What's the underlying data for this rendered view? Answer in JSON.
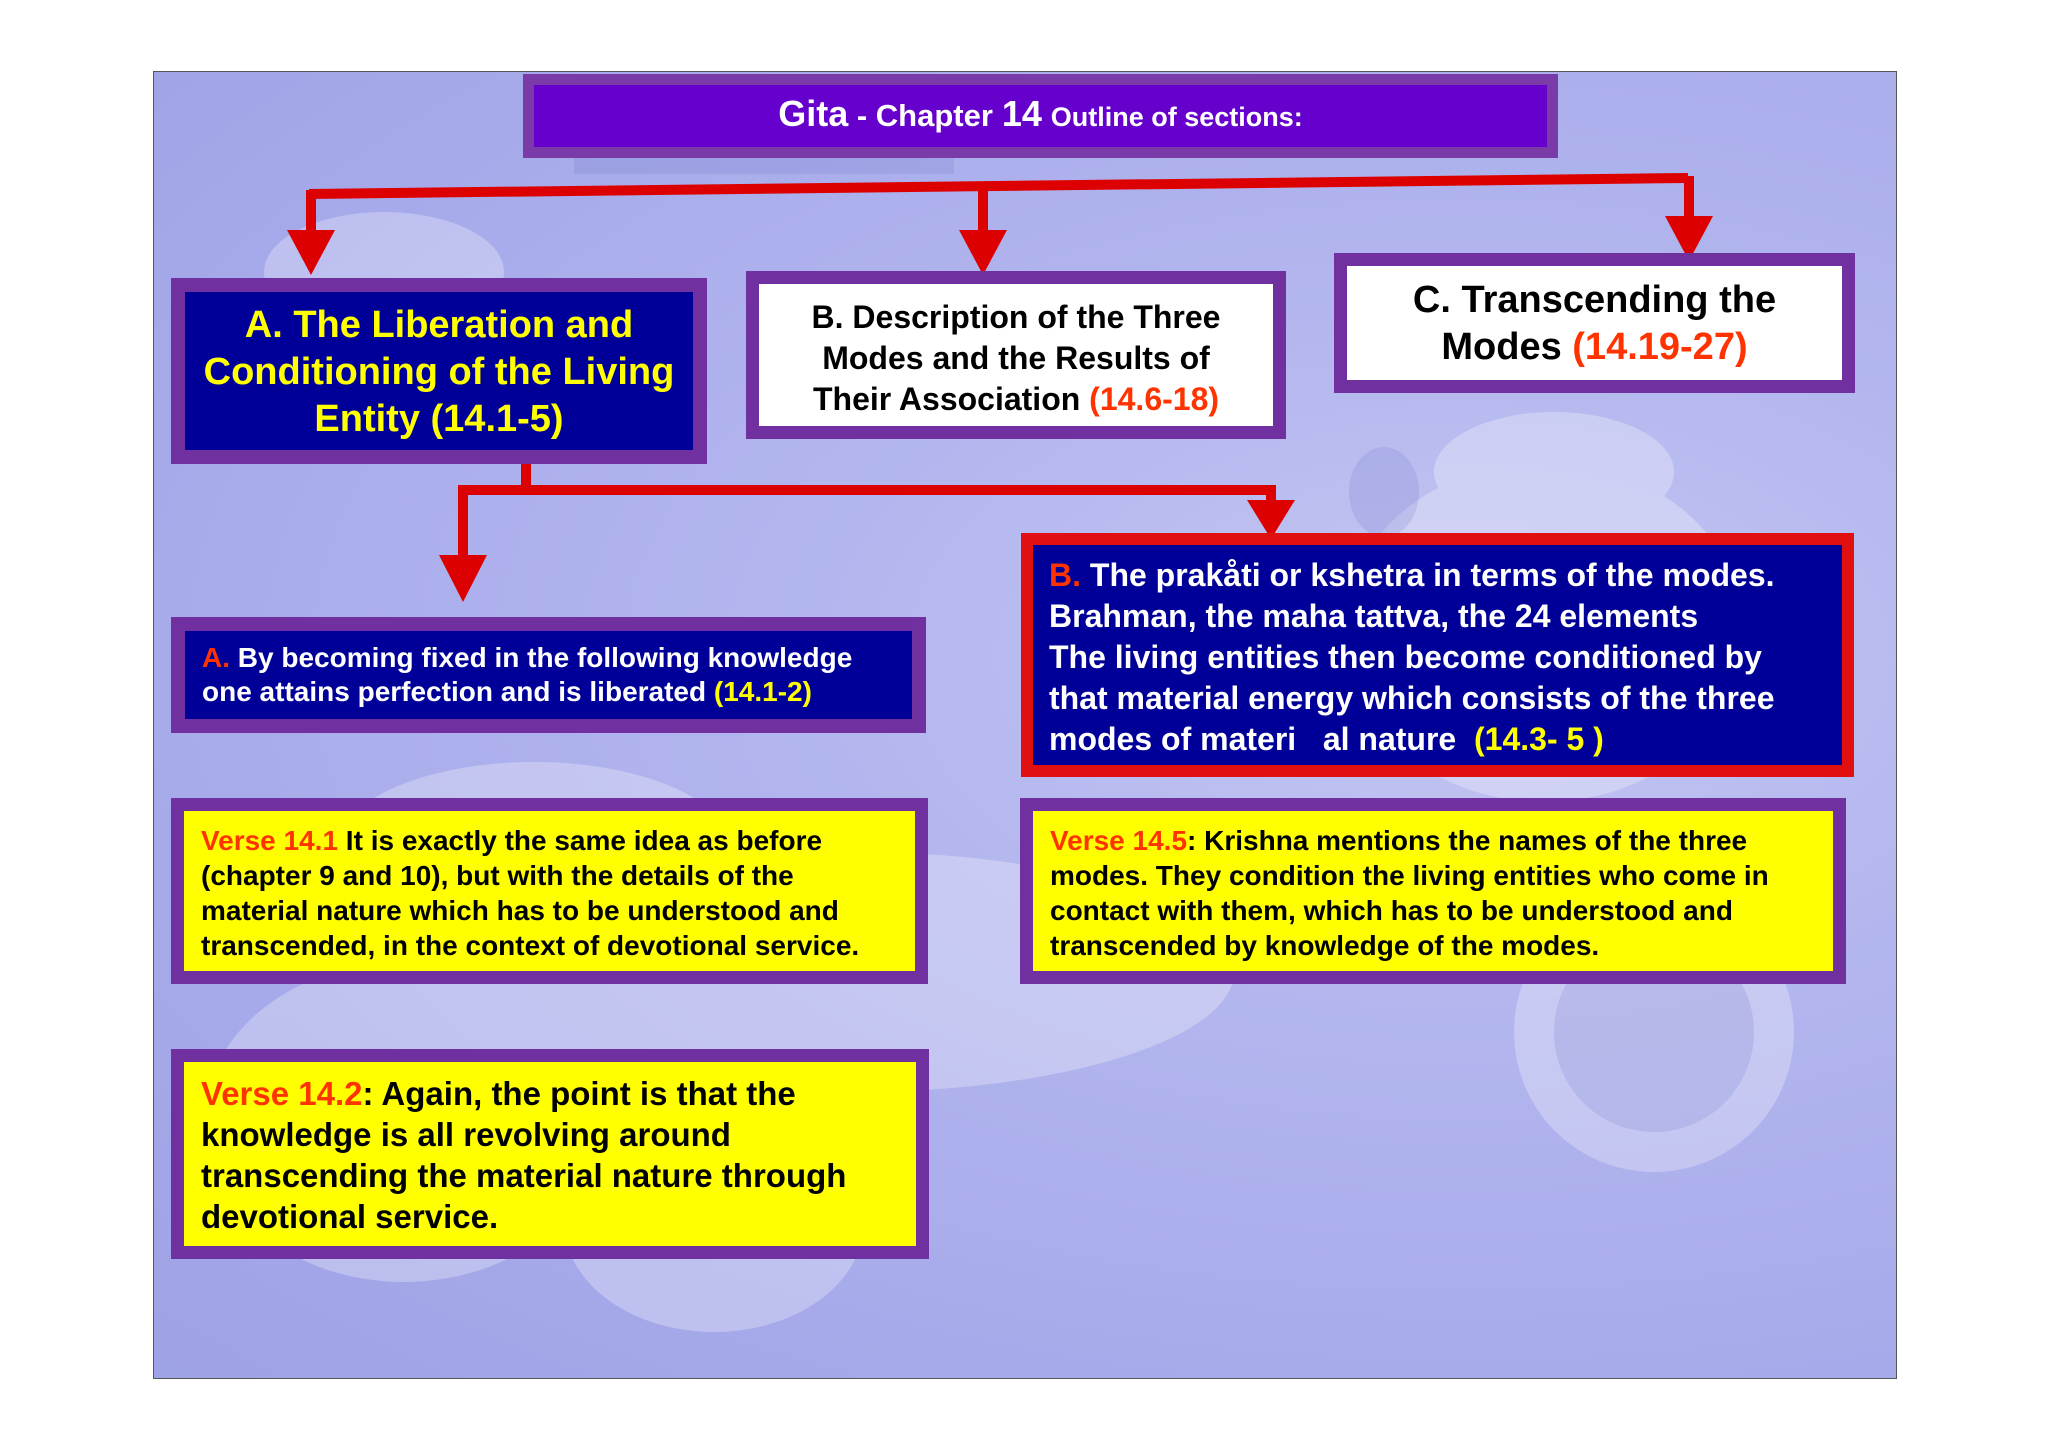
{
  "title": {
    "part1": "Gita",
    "sep": " - ",
    "part2": "Chapter",
    "part3": "14",
    "part4": "Outline of sections:"
  },
  "sections": {
    "a": {
      "line1": "A.  The Liberation and",
      "line2": "Conditioning of the Living",
      "line3": "Entity (14.1-5)"
    },
    "b": {
      "line1": "B.  Description of the Three",
      "line2": "Modes and the Results of",
      "line3": "Their Association ",
      "ref": "(14.6-18)"
    },
    "c": {
      "line1": "C.  Transcending the",
      "line2": "Modes ",
      "ref": "(14.19-27)"
    }
  },
  "sub_a": {
    "letter": "A.",
    "line1": " By becoming fixed in the following knowledge",
    "line2": "one attains perfection and is liberated ",
    "ref": "(14.1-2)"
  },
  "sub_b": {
    "letter": "B.",
    "line1": "  The prakåti or kshetra in terms of the modes.",
    "line2": "Brahman, the maha  tattva, the 24 elements",
    "line3": "The living entities then become conditioned by",
    "line4": "that material energy which consists of the three",
    "line5": "modes of materi   al nature  ",
    "ref": "(14.3- 5 )"
  },
  "verse_14_1": {
    "label": "Verse 14.1",
    "line1": " It is exactly the same idea as before",
    "line2": "(chapter 9 and 10), but with the details of the",
    "line3": "material nature which has to be understood and",
    "line4": "transcended, in the context of devotional service."
  },
  "verse_14_5": {
    "label": "Verse 14.5",
    "line1": ": Krishna mentions the names of the three",
    "line2": "modes. They condition the living entities who come in",
    "line3": "contact with them, which has to be understood and",
    "line4": "transcended by knowledge of the modes."
  },
  "verse_14_2": {
    "label": "Verse 14.2",
    "line1": ":  Again, the point is that the",
    "line2": "knowledge is all revolving around",
    "line3": "transcending the material nature through",
    "line4": "devotional service."
  },
  "colors": {
    "arrow": "#dd0000",
    "purple_border": "#7030a0",
    "navy": "#000099",
    "yellow": "#ffff00",
    "red_text": "#ff3300",
    "title_bg": "#6600cc"
  }
}
